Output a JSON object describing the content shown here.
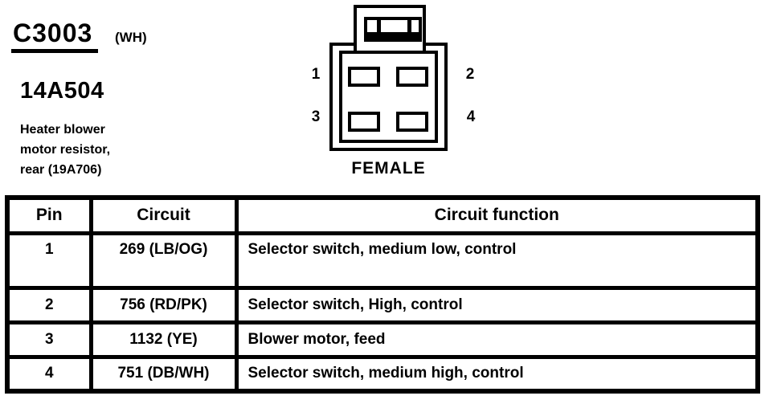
{
  "colors": {
    "ink": "#000000",
    "paper": "#ffffff"
  },
  "header": {
    "connector_id": "C3003",
    "connector_color_code": "(WH)",
    "part_number": "14A504",
    "description_lines": [
      "Heater blower",
      "motor resistor,",
      "rear (19A706)"
    ]
  },
  "connector": {
    "gender_label": "FEMALE",
    "pin_labels": {
      "p1": "1",
      "p2": "2",
      "p3": "3",
      "p4": "4"
    }
  },
  "table": {
    "headers": {
      "pin": "Pin",
      "circuit": "Circuit",
      "function": "Circuit function"
    },
    "rows": [
      {
        "pin": "1",
        "circuit": "269 (LB/OG)",
        "function": "Selector switch, medium low, control"
      },
      {
        "pin": "2",
        "circuit": "756 (RD/PK)",
        "function": "Selector switch, High, control"
      },
      {
        "pin": "3",
        "circuit": "1132 (YE)",
        "function": "Blower motor, feed"
      },
      {
        "pin": "4",
        "circuit": "751 (DB/WH)",
        "function": "Selector switch, medium high, control"
      }
    ]
  }
}
